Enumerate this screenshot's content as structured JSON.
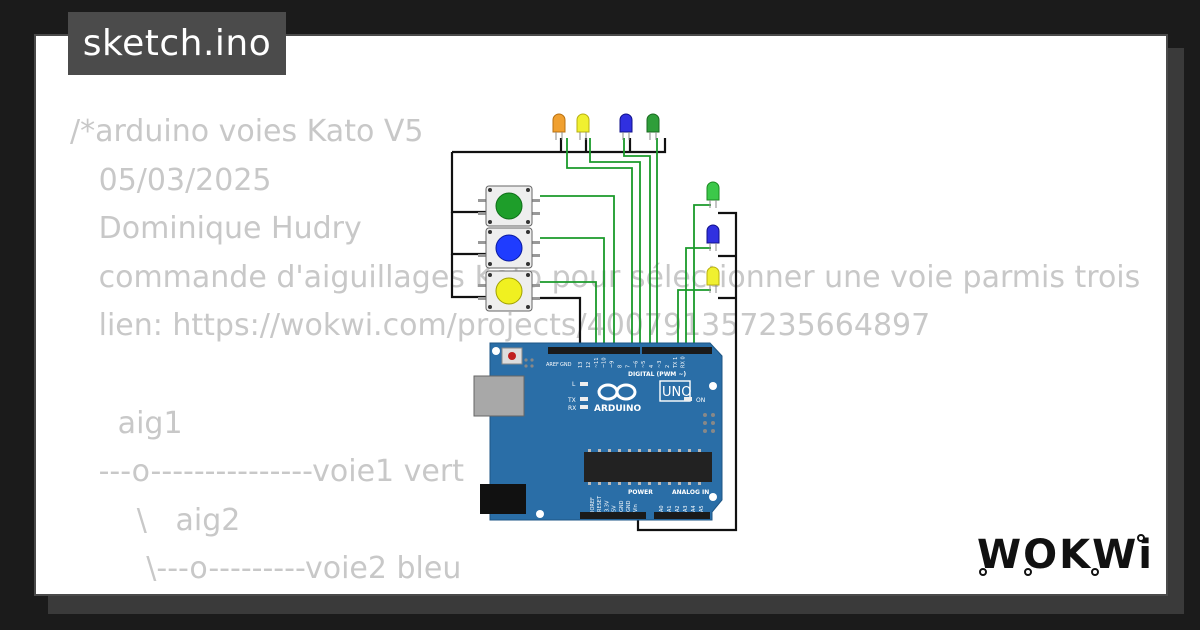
{
  "project": {
    "filename": "sketch.ino"
  },
  "code_lines": [
    "/*arduino voies Kato V5",
    "   05/03/2025",
    "   Dominique Hudry",
    "   commande d'aiguillages Kato pour sélectionner une voie parmis trois",
    "   lien: https://wokwi.com/projects/400791357235664897",
    "",
    "     aig1",
    "   ---o---------------voie1 vert",
    "       \\   aig2",
    "        \\---o---------voie2 bleu"
  ],
  "brand": {
    "name": "WOKWi"
  },
  "board": {
    "logo_text": "ARDUINO",
    "model": "UNO",
    "header_digital": "DIGITAL (PWM ~)",
    "header_power": "POWER",
    "header_analog": "ANALOG IN",
    "on_label": "ON",
    "l_label": "L",
    "tx_label": "TX",
    "rx_label": "RX",
    "aref": "AREF",
    "gnd": "GND",
    "digital_pins": [
      "13",
      "12",
      "~11",
      "~10",
      "~9",
      "8",
      "7",
      "~6",
      "~5",
      "4",
      "~3",
      "2",
      "TX 1",
      "RX 0"
    ],
    "power_pins": [
      "IOREF",
      "RESET",
      "3.3V",
      "5V",
      "GND",
      "GND",
      "Vin"
    ],
    "analog_pins": [
      "A0",
      "A1",
      "A2",
      "A3",
      "A4",
      "A5"
    ]
  },
  "components": {
    "leds_top": [
      "#f0a030",
      "#f0f030",
      "#3030e0",
      "#2f9e3a"
    ],
    "leds_right": [
      "#3cc84a",
      "#3030e0",
      "#f0f030"
    ],
    "buttons": [
      "#1e9e2a",
      "#1f3cff",
      "#f0f020"
    ]
  },
  "colors": {
    "background": "#1b1b1b",
    "card": "#ffffff",
    "code_text": "#c8c8c8",
    "title_tab": "#4b4b4b",
    "board": "#2a6ea7",
    "wire_green": "#1a9a2a",
    "wire_black": "#111111"
  }
}
